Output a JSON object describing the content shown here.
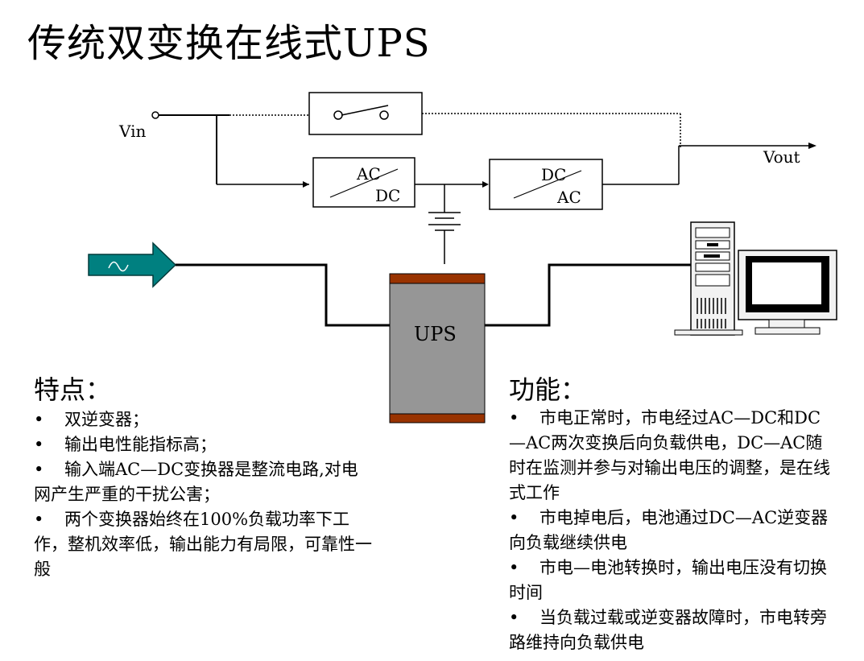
{
  "title": "传统双变换在线式UPS",
  "diagram": {
    "vin_label": "Vin",
    "vout_label": "Vout",
    "rectifier_top": "AC",
    "rectifier_bottom": "DC",
    "inverter_top": "DC",
    "inverter_bottom": "AC",
    "ups_label": "UPS"
  },
  "colors": {
    "arrow_fill": "#008080",
    "ups_body": "#969696",
    "ups_caps": "#993300"
  },
  "features": {
    "title": "特点：",
    "items": [
      "双逆变器；",
      "输出电性能指标高；",
      "输入端AC—DC变换器是整流电路,对电网产生严重的干扰公害；",
      "两个变换器始终在100%负载功率下工作，整机效率低，输出能力有局限，可靠性一般"
    ]
  },
  "functions": {
    "title": "功能：",
    "items": [
      "市电正常时，市电经过AC—DC和DC—AC两次变换后向负载供电，DC—AC随时在监测并参与对输出电压的调整，是在线式工作",
      "市电掉电后，电池通过DC—AC逆变器向负载继续供电",
      "市电—电池转换时，输出电压没有切换时间",
      "当负载过载或逆变器故障时，市电转旁路维持向负载供电"
    ]
  }
}
